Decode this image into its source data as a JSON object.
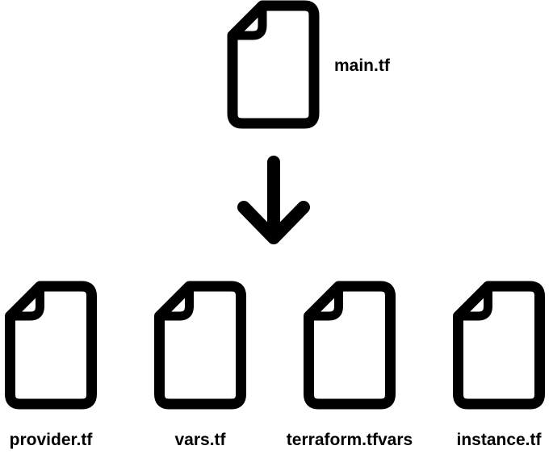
{
  "diagram": {
    "source_file": {
      "icon": "file-icon",
      "label": "main.tf"
    },
    "arrow_icon": "arrow-down-icon",
    "output_files": [
      {
        "icon": "file-icon",
        "label": "provider.tf"
      },
      {
        "icon": "file-icon",
        "label": "vars.tf"
      },
      {
        "icon": "file-icon",
        "label": "terraform.tfvars"
      },
      {
        "icon": "file-icon",
        "label": "instance.tf"
      }
    ]
  },
  "colors": {
    "stroke": "#000000",
    "background": "#ffffff"
  }
}
